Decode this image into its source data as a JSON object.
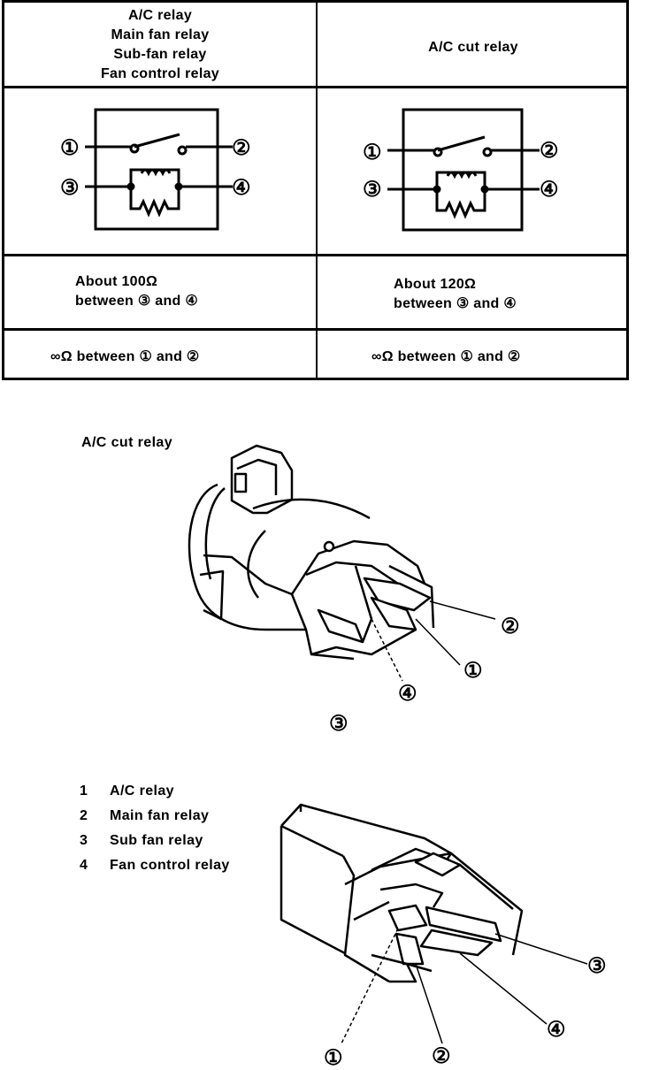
{
  "table": {
    "header_left": [
      "A/C relay",
      "Main fan relay",
      "Sub-fan relay",
      "Fan control relay"
    ],
    "header_right": "A/C cut relay",
    "resistance_left": [
      "About 100Ω",
      "between ③ and ④"
    ],
    "resistance_right": [
      "About 120Ω",
      "between ③ and ④"
    ],
    "continuity_left": "∞Ω between ① and ②",
    "continuity_right": "∞Ω between ① and ②"
  },
  "terminals": [
    "①",
    "②",
    "③",
    "④"
  ],
  "figure_top": {
    "title": "A/C cut relay",
    "callouts": [
      "②",
      "①",
      "④",
      "③"
    ]
  },
  "figure_bottom": {
    "legend": [
      {
        "num": "1",
        "label": "A/C relay"
      },
      {
        "num": "2",
        "label": "Main fan relay"
      },
      {
        "num": "3",
        "label": "Sub fan relay"
      },
      {
        "num": "4",
        "label": "Fan control relay"
      }
    ],
    "callouts": [
      "③",
      "④",
      "①",
      "②"
    ]
  }
}
